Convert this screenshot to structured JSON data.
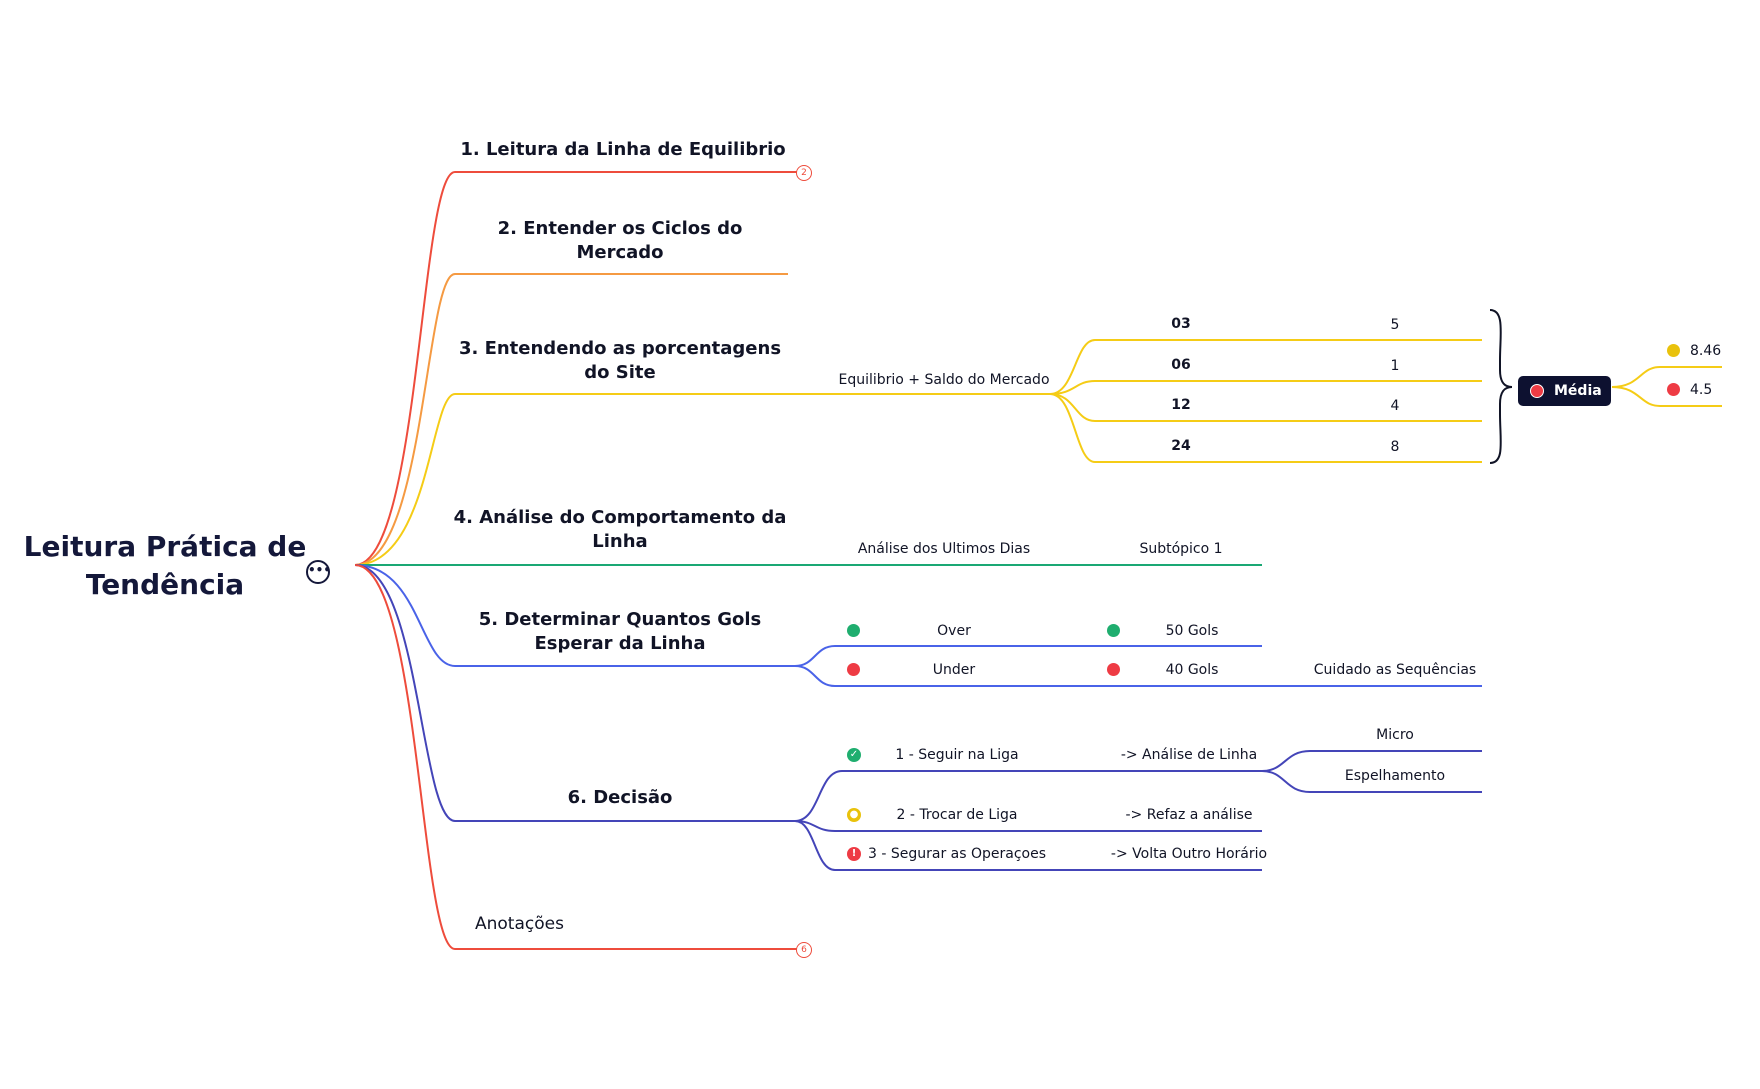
{
  "root": {
    "line1": "Leitura Prática de",
    "line2": "Tendência"
  },
  "topics": {
    "t1": "1. Leitura da Linha de Equilibrio",
    "t1_count": "2",
    "t2_line1": "2. Entender os Ciclos do",
    "t2_line2": "Mercado",
    "t3_line1": "3. Entendendo as porcentagens",
    "t3_line2": "do Site",
    "t4_line1": "4. Análise do Comportamento da",
    "t4_line2": "Linha",
    "t5_line1": "5. Determinar Quantos Gols",
    "t5_line2": "Esperar da Linha",
    "t6": "6. Decisão",
    "t7": "Anotações",
    "t7_count": "6"
  },
  "t3": {
    "sub": "Equilibrio + Saldo do Mercado",
    "rows": [
      {
        "key": "03",
        "value": "5"
      },
      {
        "key": "06",
        "value": "1"
      },
      {
        "key": "12",
        "value": "4"
      },
      {
        "key": "24",
        "value": "8"
      }
    ],
    "summary": "Média",
    "results": [
      {
        "value": "8.46",
        "color": "#e9c20c"
      },
      {
        "value": "4.5",
        "color": "#ee3b44"
      }
    ]
  },
  "t4": {
    "sub": "Análise dos Ultimos Dias",
    "sub2": "Subtópico 1"
  },
  "t5": {
    "over": "Over",
    "under": "Under",
    "over_goals": "50 Gols",
    "under_goals": "40 Gols",
    "note": "Cuidado as Sequências",
    "green": "#1fae6f",
    "red": "#ee3b44"
  },
  "t6": {
    "opt1": "1 - Seguir na Liga",
    "opt2": "2 - Trocar de Liga",
    "opt3": "3 - Segurar as Operaçoes",
    "res1": "-> Análise de Linha",
    "res2": "-> Refaz a análise",
    "res3": "-> Volta Outro Horário",
    "micro": "Micro",
    "mirror": "Espelhamento",
    "icons": [
      "check-circle-icon",
      "lightbulb-icon",
      "exclamation-icon"
    ]
  },
  "colors": {
    "red": "#ee4c3c",
    "orange": "#f59a42",
    "yellow": "#f5cc16",
    "green": "#1aa874",
    "blue": "#4a63e8",
    "indigo": "#4445b8",
    "dark": "#111426"
  }
}
